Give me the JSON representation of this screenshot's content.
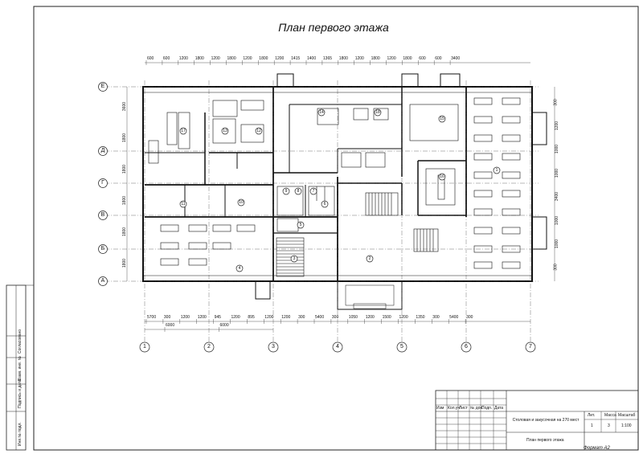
{
  "title": "План первого этажа",
  "column_axes": [
    "1",
    "2",
    "3",
    "4",
    "5",
    "6",
    "7"
  ],
  "row_axes": [
    "А",
    "Б",
    "В",
    "Г",
    "Д",
    "Е"
  ],
  "top_dims": [
    "600",
    "600",
    "1200",
    "1800",
    "1200",
    "1800",
    "1200",
    "1800",
    "1200",
    "1415",
    "1400",
    "1365",
    "1800",
    "1200",
    "1800",
    "1200",
    "1800",
    "600",
    "600",
    "3400"
  ],
  "bottom_dims_row1": [
    "5700",
    "300",
    "1200",
    "1200",
    "945",
    "1200",
    "895",
    "1200",
    "1200",
    "300",
    "5400",
    "300",
    "1050",
    "1200",
    "1500",
    "1200",
    "1350",
    "300",
    "5400",
    "300"
  ],
  "bottom_dims_row2": [
    "6000",
    "6000"
  ],
  "left_dims": [
    "3600",
    "1800",
    "1800",
    "1800",
    "1800",
    "1800"
  ],
  "right_dims": [
    "300",
    "1200",
    "1000",
    "1000",
    "3400",
    "1000",
    "1000",
    "300"
  ],
  "room_numbers": [
    "1",
    "2",
    "3",
    "4",
    "5",
    "6",
    "7",
    "8",
    "9",
    "10",
    "11",
    "12",
    "13",
    "14",
    "15",
    "16",
    "17",
    "18"
  ],
  "title_block": {
    "header": [
      "Изм",
      "Кол.уч",
      "Лист",
      "№ док.",
      "Подп.",
      "Дата"
    ],
    "project": "Столовая и закусочная на 270 мест",
    "sheet_title": "План первого этажа",
    "stage_head": [
      "Лит.",
      "Масса",
      "Масштаб"
    ],
    "stage_vals": [
      "1",
      "3",
      "1:100"
    ],
    "format": "Формат А2"
  },
  "side_stamp": [
    "Инв.№ подл.",
    "Подпись и дата",
    "Взам. инв. №",
    "Согласовано"
  ]
}
